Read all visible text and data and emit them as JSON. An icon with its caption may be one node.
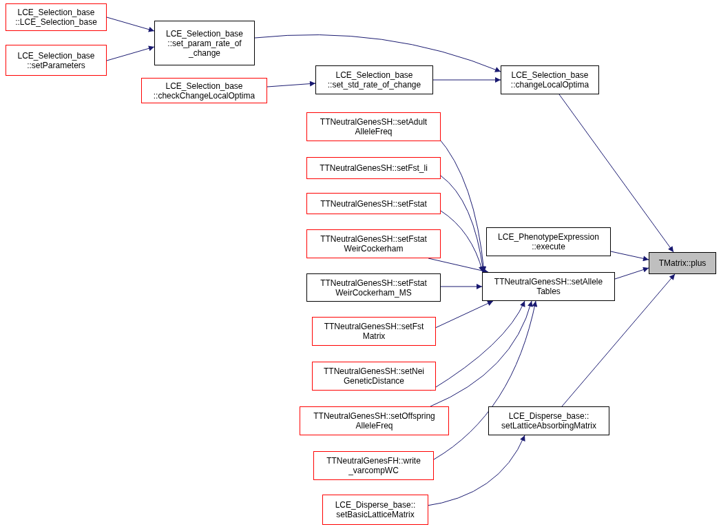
{
  "diagram": {
    "nodes": [
      {
        "text": [
          "LCE_Selection_base ::LCE_Selection_base"
        ]
      },
      {
        "text": [
          "LCE_Selection_base ::setParameters"
        ]
      },
      {
        "text": [
          "LCE_Selection_base ::set_param_rate_of _change"
        ]
      },
      {
        "text": [
          "LCE_Selection_base ::checkChangeLocalOptima"
        ]
      },
      {
        "text": [
          "LCE_Selection_base ::set_std_rate_of_change"
        ]
      },
      {
        "text": [
          "LCE_Selection_base ::changeLocalOptima"
        ]
      },
      {
        "text": [
          "TTNeutralGenesSH::setAdult AlleleFreq"
        ]
      },
      {
        "text": [
          "TTNeutralGenesSH::setFst_li"
        ]
      },
      {
        "text": [
          "TTNeutralGenesSH::setFstat"
        ]
      },
      {
        "text": [
          "TTNeutralGenesSH::setFstat WeirCockerham"
        ]
      },
      {
        "text": [
          "TTNeutralGenesSH::setFstat WeirCockerham_MS"
        ]
      },
      {
        "text": [
          "TTNeutralGenesSH::setFst Matrix"
        ]
      },
      {
        "text": [
          "TTNeutralGenesSH::setNei GeneticDistance"
        ]
      },
      {
        "text": [
          "TTNeutralGenesSH::setOffspring AlleleFreq"
        ]
      },
      {
        "text": [
          "TTNeutralGenesFH::write _varcompWC"
        ]
      },
      {
        "text": [
          "LCE_Disperse_base:: setBasicLatticeMatrix"
        ]
      },
      {
        "text": [
          "LCE_PhenotypeExpression ::execute"
        ]
      },
      {
        "text": [
          "TTNeutralGenesSH::setAllele Tables"
        ]
      },
      {
        "text": [
          "LCE_Disperse_base:: setLatticeAbsorbingMatrix"
        ]
      },
      {
        "text": [
          "TMatrix::plus"
        ]
      }
    ],
    "edges": [
      {
        "from": 0,
        "to": 2,
        "arrow": "to"
      },
      {
        "from": 1,
        "to": 2,
        "arrow": "to"
      },
      {
        "from": 2,
        "to": 5,
        "arrow": "to"
      },
      {
        "from": 3,
        "to": 4,
        "arrow": "to"
      },
      {
        "from": 4,
        "to": 5,
        "arrow": "to"
      },
      {
        "from": 5,
        "to": 19,
        "arrow": "to"
      },
      {
        "from": 6,
        "to": 17,
        "arrow": "to"
      },
      {
        "from": 7,
        "to": 17,
        "arrow": "to"
      },
      {
        "from": 8,
        "to": 17,
        "arrow": "to"
      },
      {
        "from": 9,
        "to": 17,
        "arrow": "to"
      },
      {
        "from": 10,
        "to": 17,
        "arrow": "to"
      },
      {
        "from": 11,
        "to": 17,
        "arrow": "to"
      },
      {
        "from": 12,
        "to": 17,
        "arrow": "to"
      },
      {
        "from": 13,
        "to": 17,
        "arrow": "to"
      },
      {
        "from": 14,
        "to": 17,
        "arrow": "to"
      },
      {
        "from": 15,
        "to": 18,
        "arrow": "to"
      },
      {
        "from": 16,
        "to": 19,
        "arrow": "to"
      },
      {
        "from": 17,
        "to": 19,
        "arrow": "to"
      },
      {
        "from": 18,
        "to": 19,
        "arrow": "to"
      }
    ]
  }
}
